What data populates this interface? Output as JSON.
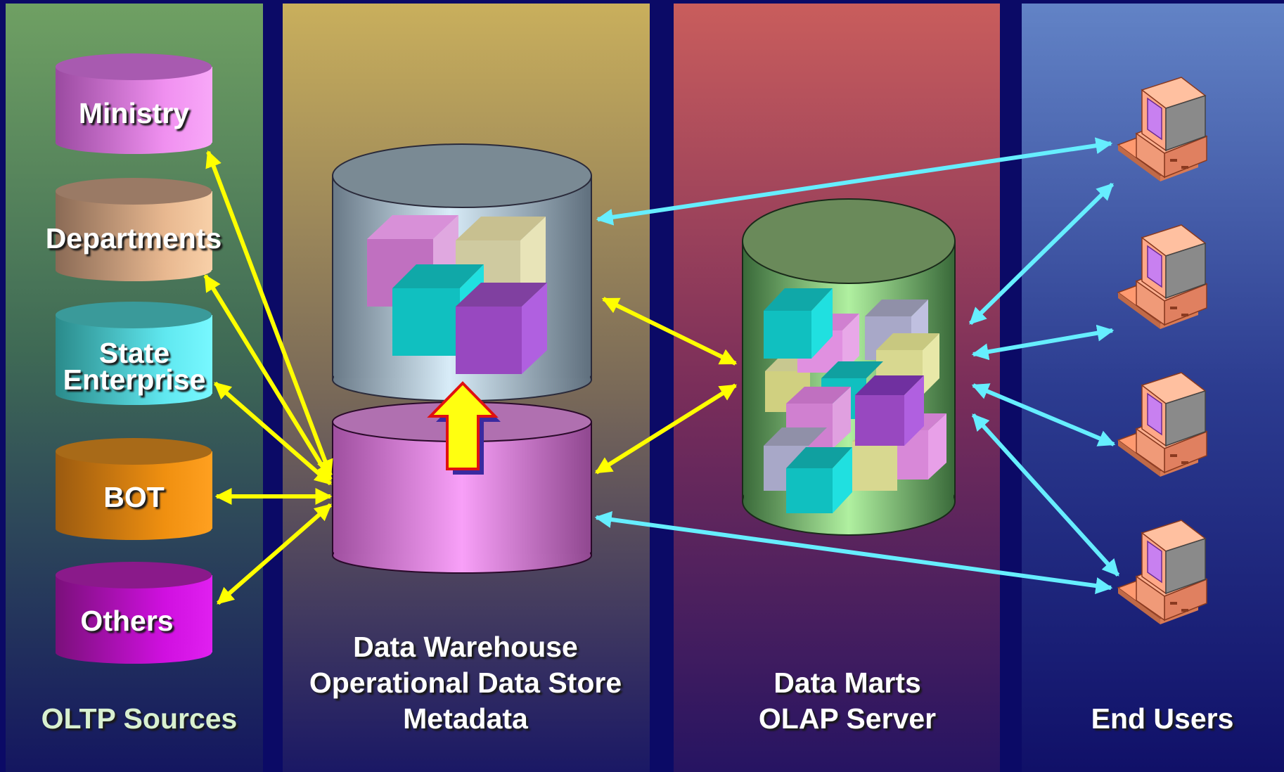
{
  "columns": {
    "oltp": {
      "title": "OLTP Sources"
    },
    "warehouse": {
      "lines": [
        "Data Warehouse",
        "Operational Data Store",
        "Metadata"
      ]
    },
    "marts": {
      "lines": [
        "Data Marts",
        "OLAP Server"
      ]
    },
    "users": {
      "title": "End Users"
    }
  },
  "sources": [
    {
      "lines": [
        "Ministry"
      ]
    },
    {
      "lines": [
        "Departments"
      ]
    },
    {
      "lines": [
        "State",
        "Enterprise"
      ]
    },
    {
      "lines": [
        "BOT"
      ]
    },
    {
      "lines": [
        "Others"
      ]
    }
  ],
  "colors": {
    "background": "#0b0a66",
    "source_arrows": "#ffff00",
    "user_arrows": "#66eeff",
    "oltp_panel": "#6a9a5a",
    "warehouse_panel": "#c0a860",
    "marts_panel": "#c45a5a",
    "users_panel": "#5a7ac0"
  },
  "icons": {
    "source": "database-cylinder-icon",
    "warehouse": "database-cylinder-icon",
    "marts": "database-cylinder-icon",
    "users": "desktop-computer-icon",
    "load": "up-arrow-icon"
  }
}
